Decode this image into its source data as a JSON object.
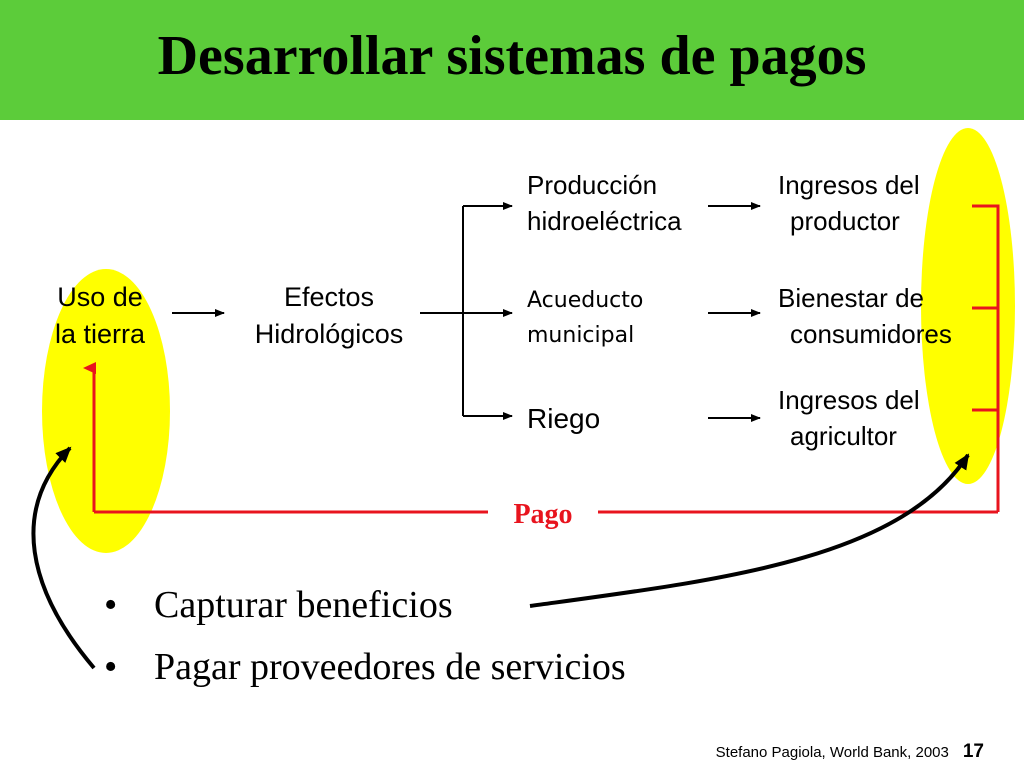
{
  "slide": {
    "title": "Desarrollar sistemas de pagos"
  },
  "diagram": {
    "source": {
      "line1": "Uso de",
      "line2": "la tierra"
    },
    "middle": {
      "line1": "Efectos",
      "line2": "Hidrológicos"
    },
    "services": [
      {
        "line1": "Producción",
        "line2": "hidroeléctrica"
      },
      {
        "line1": "Acueducto",
        "line2": "municipal"
      },
      {
        "line1": "Riego",
        "line2": ""
      }
    ],
    "benefits": [
      {
        "line1": "Ingresos del",
        "line2": "productor"
      },
      {
        "line1": "Bienestar de",
        "line2": "consumidores"
      },
      {
        "line1": "Ingresos del",
        "line2": "agricultor"
      }
    ],
    "payment_label": "Pago",
    "colors": {
      "highlight": "#ffff00",
      "payment": "#e8141e",
      "title_bar": "#5ccc3a"
    }
  },
  "bullets": [
    {
      "marker": "•",
      "text": "Capturar beneficios"
    },
    {
      "marker": "•",
      "text": "Pagar proveedores de servicios"
    }
  ],
  "footer": {
    "credit": "Stefano Pagiola, World Bank, 2003",
    "page_number": "17"
  }
}
